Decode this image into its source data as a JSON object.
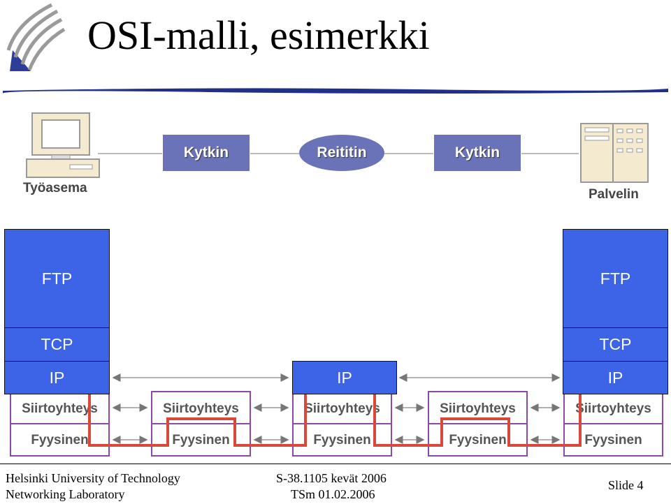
{
  "slide": {
    "title": "OSI-malli, esimerkki",
    "slide_number": "Slide 4"
  },
  "network": {
    "workstation_label": "Työasema",
    "switch1_label": "Kytkin",
    "router_label": "Reititin",
    "switch2_label": "Kytkin",
    "server_label": "Palvelin"
  },
  "stacks": {
    "left": {
      "app": "FTP",
      "transport": "TCP",
      "network": "IP",
      "datalink": "Siirtoyhteys",
      "physical": "Fyysinen"
    },
    "switch1": {
      "datalink": "Siirtoyhteys",
      "physical": "Fyysinen"
    },
    "router": {
      "network": "IP",
      "datalink": "Siirtoyhteys",
      "physical": "Fyysinen"
    },
    "switch2": {
      "datalink": "Siirtoyhteys",
      "physical": "Fyysinen"
    },
    "right": {
      "app": "FTP",
      "transport": "TCP",
      "network": "IP",
      "datalink": "Siirtoyhteys",
      "physical": "Fyysinen"
    }
  },
  "footer": {
    "university": "Helsinki University of Technology",
    "lab": "Networking Laboratory",
    "course": "S-38.1105 kevät 2006",
    "author_date": "TSm 01.02.2006"
  },
  "colors": {
    "node_fill": "#6a73b8",
    "layer_blue": "#3d63e6",
    "stack_border": "#8b4aa8",
    "path_red": "#d9483b"
  }
}
